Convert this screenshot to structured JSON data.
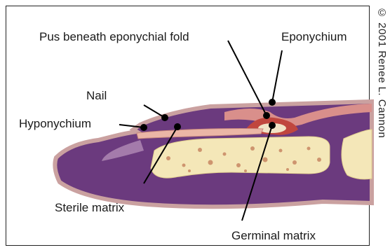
{
  "labels": {
    "pus": "Pus beneath eponychial fold",
    "eponychium": "Eponychium",
    "nail": "Nail",
    "hyponychium": "Hyponychium",
    "sterile_matrix": "Sterile matrix",
    "germinal_matrix": "Germinal matrix"
  },
  "copyright": "© 2001 Renee L. Cannon",
  "colors": {
    "tissue": "#6b3a7e",
    "tissue_edge": "#8f5b9c",
    "bone": "#f4e7b8",
    "skin": "#e3a79a",
    "pus": "#b8322f",
    "leader": "#000000"
  }
}
